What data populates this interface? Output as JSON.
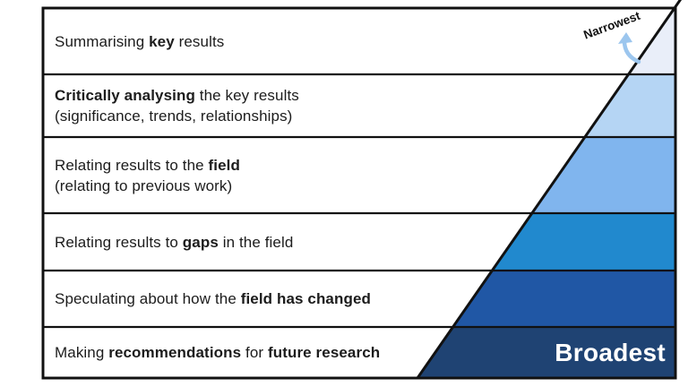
{
  "frame": {
    "border_color": "#111111",
    "background_color": "#ffffff",
    "text_color": "#1c1c1c"
  },
  "funnel": {
    "narrowest_label": "Narrowest",
    "broadest_label": "Broadest",
    "broadest_text_color": "#ffffff",
    "arrow_color": "#9cc6ee",
    "band_colors": [
      "#e9eef9",
      "#b5d5f4",
      "#80b5ee",
      "#2189ce",
      "#2057a5",
      "#1f4373"
    ]
  },
  "rows": [
    {
      "lines": [
        [
          {
            "text": "Summarising ",
            "bold": false
          },
          {
            "text": "key",
            "bold": true
          },
          {
            "text": " results",
            "bold": false
          }
        ]
      ]
    },
    {
      "lines": [
        [
          {
            "text": "Critically analysing",
            "bold": true
          },
          {
            "text": " the key results",
            "bold": false
          }
        ],
        [
          {
            "text": "(significance, trends, relationships)",
            "bold": false
          }
        ]
      ]
    },
    {
      "lines": [
        [
          {
            "text": "Relating results to the ",
            "bold": false
          },
          {
            "text": "field",
            "bold": true
          }
        ],
        [
          {
            "text": "(relating to previous work)",
            "bold": false
          }
        ]
      ]
    },
    {
      "lines": [
        [
          {
            "text": "Relating results to ",
            "bold": false
          },
          {
            "text": "gaps",
            "bold": true
          },
          {
            "text": " in the field",
            "bold": false
          }
        ]
      ]
    },
    {
      "lines": [
        [
          {
            "text": "Speculating about how the ",
            "bold": false
          },
          {
            "text": "field has changed",
            "bold": true
          }
        ]
      ]
    },
    {
      "lines": [
        [
          {
            "text": "Making ",
            "bold": false
          },
          {
            "text": "recommendations",
            "bold": true
          },
          {
            "text": " for ",
            "bold": false
          },
          {
            "text": "future research",
            "bold": true
          }
        ]
      ]
    }
  ]
}
